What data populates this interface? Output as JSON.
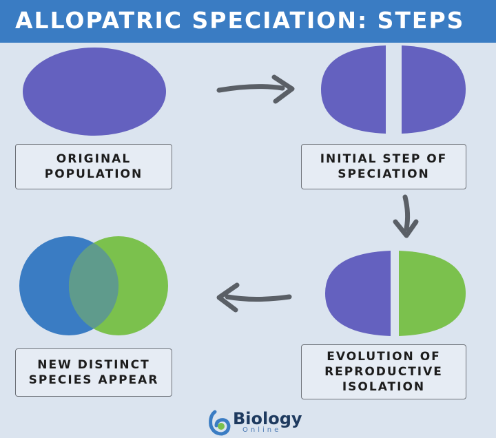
{
  "title": "ALLOPATRIC SPECIATION: STEPS",
  "steps": [
    {
      "label": "ORIGINAL\nPOPULATION"
    },
    {
      "label": "INITIAL STEP OF\nSPECIATION"
    },
    {
      "label": "EVOLUTION OF\nREPRODUCTIVE\nISOLATION"
    },
    {
      "label": "NEW DISTINCT\nSPECIES APPEAR"
    }
  ],
  "logo": {
    "name": "Biology",
    "sub": "Online"
  },
  "colors": {
    "header": "#3a7cc3",
    "purple": "#6461bf",
    "blue": "#3a7cc3",
    "green": "#7bc14d",
    "overlap": "#5f9b8c",
    "arrow": "#5a5f66",
    "background": "#dbe4ef"
  },
  "icons": [
    "curved-arrow-icon",
    "biology-online-logo-icon"
  ]
}
